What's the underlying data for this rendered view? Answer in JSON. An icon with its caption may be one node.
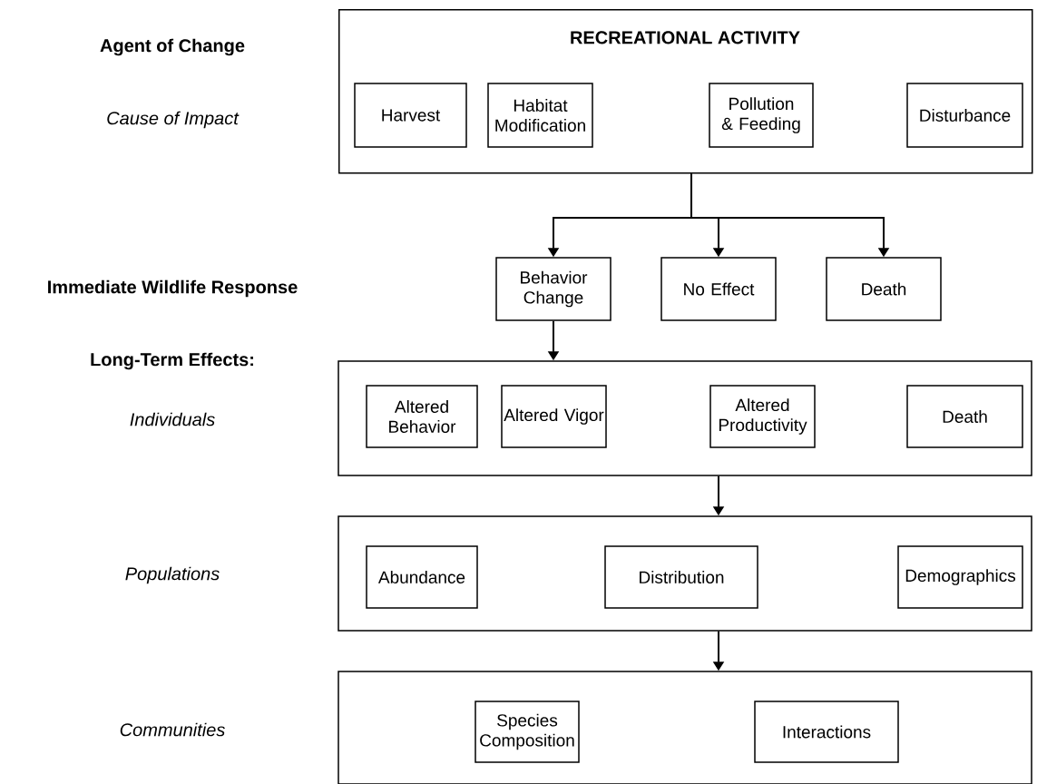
{
  "diagram": {
    "nodes": [
      {
        "text": [
          "RECREATIONAL ACTIVITY"
        ]
      },
      {
        "text": [
          "Harvest"
        ],
        "in": 0
      },
      {
        "text": [
          "Habitat Modification"
        ],
        "in": 0
      },
      {
        "text": [
          "Pollution & Feeding"
        ],
        "in": 0
      },
      {
        "text": [
          "Disturbance"
        ],
        "in": 0
      },
      {
        "text": [
          "Behavior Change"
        ]
      },
      {
        "text": [
          "No Effect"
        ]
      },
      {
        "text": [
          "Death"
        ]
      },
      {
        "text": [],
        "shape": "box"
      },
      {
        "text": [
          "Altered Behavior"
        ],
        "in": 8
      },
      {
        "text": [
          "Altered Vigor"
        ],
        "in": 8
      },
      {
        "text": [
          "Altered Productivity"
        ],
        "in": 8
      },
      {
        "text": [
          "Death"
        ],
        "in": 8
      },
      {
        "text": [],
        "shape": "box"
      },
      {
        "text": [
          "Abundance"
        ],
        "in": 13
      },
      {
        "text": [
          "Distribution"
        ],
        "in": 13
      },
      {
        "text": [
          "Demographics"
        ],
        "in": 13
      },
      {
        "text": [],
        "shape": "box"
      },
      {
        "text": [
          "Species Composition"
        ],
        "in": 17
      },
      {
        "text": [
          "Interactions"
        ],
        "in": 17
      }
    ],
    "edges": [
      {
        "from": 0,
        "to": 5,
        "arrow": "to"
      },
      {
        "from": 0,
        "to": 6,
        "arrow": "to"
      },
      {
        "from": 0,
        "to": 7,
        "arrow": "to"
      },
      {
        "from": 5,
        "to": 8,
        "arrow": "to"
      },
      {
        "from": 8,
        "to": 13,
        "arrow": "to"
      },
      {
        "from": 13,
        "to": 17,
        "arrow": "to"
      }
    ],
    "labels": [
      "Agent of Change",
      "Cause of Impact",
      "Immediate Wildlife Response",
      "Long-Term Effects:",
      "Individuals",
      "Populations",
      "Communities"
    ]
  }
}
